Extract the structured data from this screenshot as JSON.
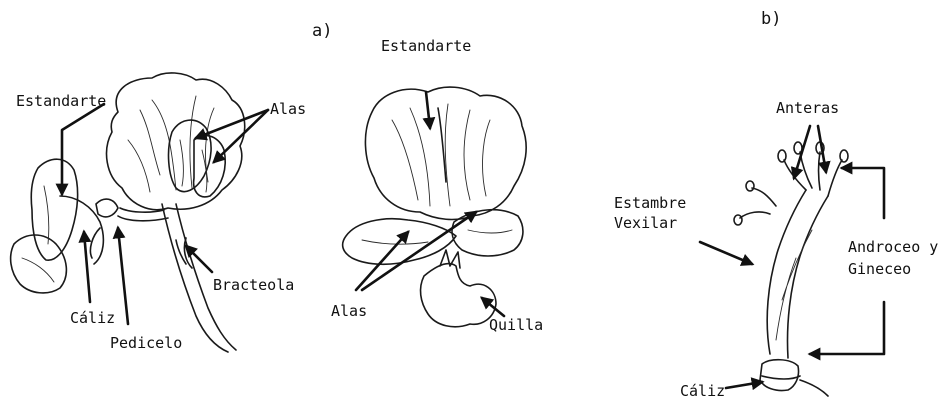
{
  "panels": {
    "a": "a)",
    "b": "b)"
  },
  "labels": {
    "estandarte_left": "Estandarte",
    "alas_left": "Alas",
    "caliz_left": "Cáliz",
    "pedicelo": "Pedicelo",
    "bracteola": "Bracteola",
    "estandarte_center": "Estandarte",
    "alas_center": "Alas",
    "quilla": "Quilla",
    "anteras": "Anteras",
    "estambre_line1": "Estambre",
    "estambre_line2": "Vexilar",
    "androceo_line1": "Androceo y",
    "androceo_line2": "Gineceo",
    "caliz_right": "Cáliz"
  }
}
